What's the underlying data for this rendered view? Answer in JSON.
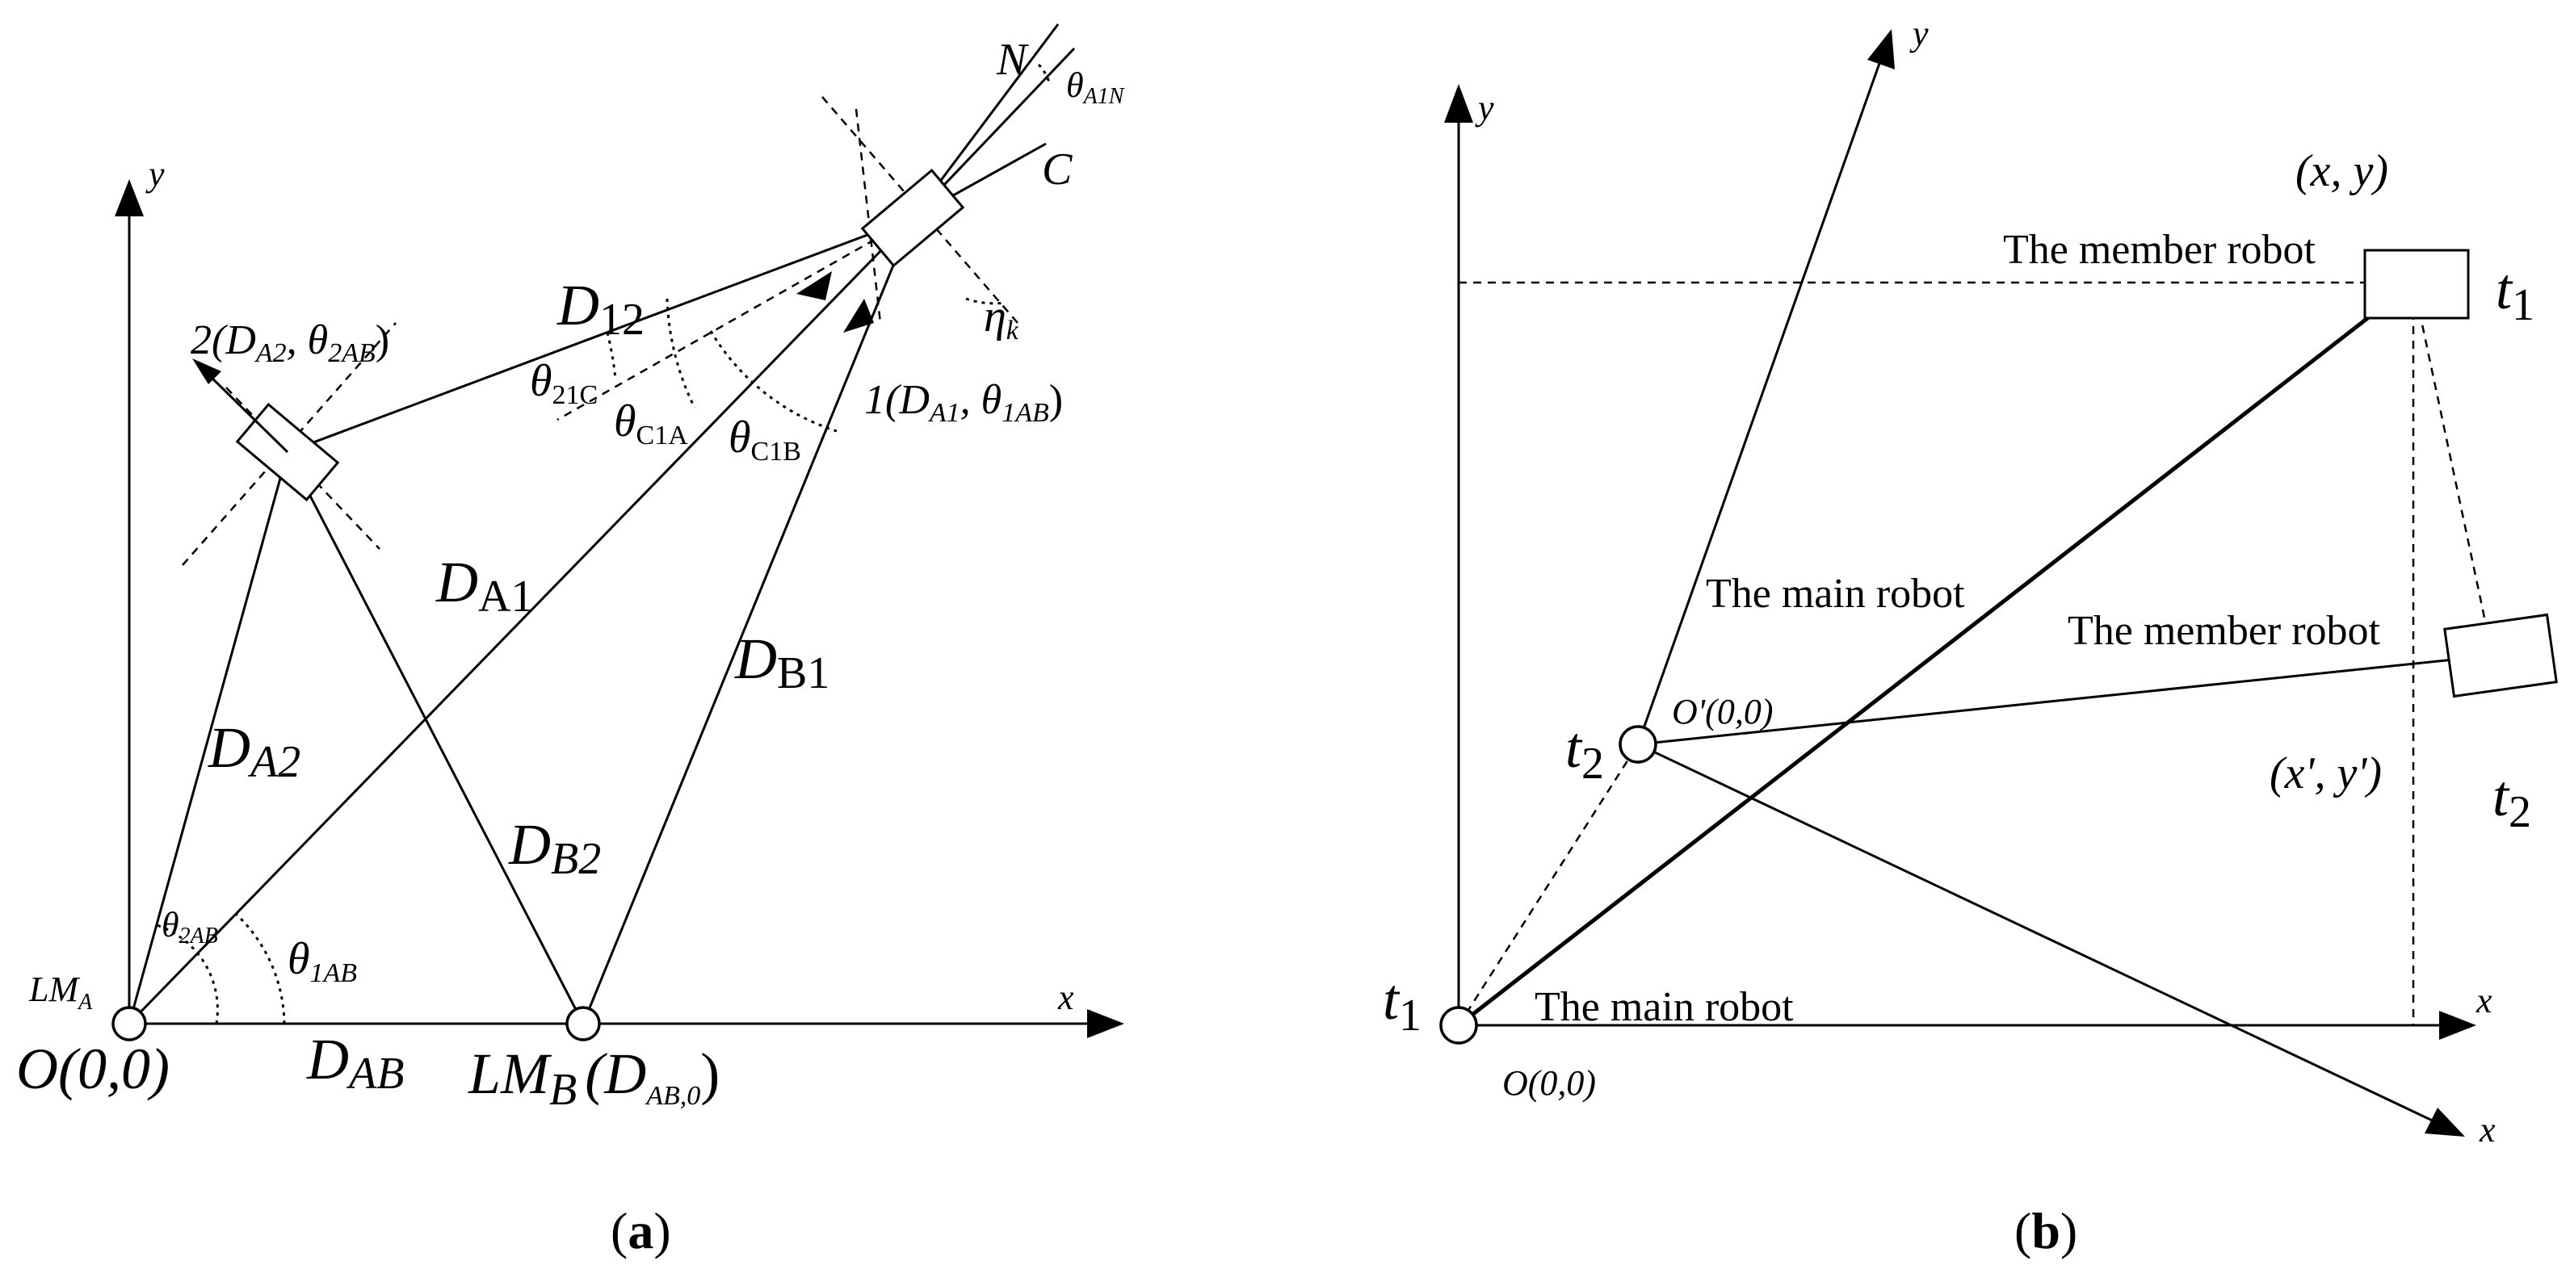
{
  "panel_a": {
    "axis_y": "y",
    "axis_x": "x",
    "origin_name": "LM",
    "origin_sub": "A",
    "origin_coord": "O(0,0)",
    "lmb_name": "LM",
    "lmb_sub": "B",
    "lmb_coord_open": "(D",
    "lmb_coord_sub": "AB,0",
    "lmb_coord_close": ")",
    "d_ab": "D",
    "d_ab_sub": "AB",
    "d_a1": "D",
    "d_a1_sub": "A1",
    "d_a2": "D",
    "d_a2_sub": "A2",
    "d_b1": "D",
    "d_b1_sub": "B1",
    "d_b2": "D",
    "d_b2_sub": "B2",
    "d_12": "D",
    "d_12_sub": "12",
    "robot2_label": "2(D",
    "robot2_sub1": "A2",
    "robot2_mid": ", θ",
    "robot2_sub2": "2AB",
    "robot2_close": ")",
    "robot1_label": "1(D",
    "robot1_sub1": "A1",
    "robot1_mid": ", θ",
    "robot1_sub2": "1AB",
    "robot1_close": ")",
    "theta": "θ",
    "th_21c": "21C",
    "th_c1a": "C1A",
    "th_c1b": "C1B",
    "th_2ab": "2AB",
    "th_1ab": "1AB",
    "th_a1n": "A1N",
    "eta": "η",
    "eta_sub": "k",
    "label_n": "N",
    "label_c": "C",
    "caption_open": "(",
    "caption_letter": "a",
    "caption_close": ")"
  },
  "panel_b": {
    "axis_y": "y",
    "axis_y_rot": "y",
    "axis_x": "x",
    "axis_x_rot": "x",
    "member_top": "The member robot",
    "member_right": "The member robot",
    "main_mid": "The main robot",
    "main_bottom": "The main robot",
    "coord_xy": "(x, y)",
    "coord_xy_prime": "(x', y')",
    "origin": "O(0,0)",
    "origin_prime": "O'(0,0)",
    "t": "t",
    "t1_sub": "1",
    "t2_sub": "2",
    "caption_open": "(",
    "caption_letter": "b",
    "caption_close": ")"
  }
}
